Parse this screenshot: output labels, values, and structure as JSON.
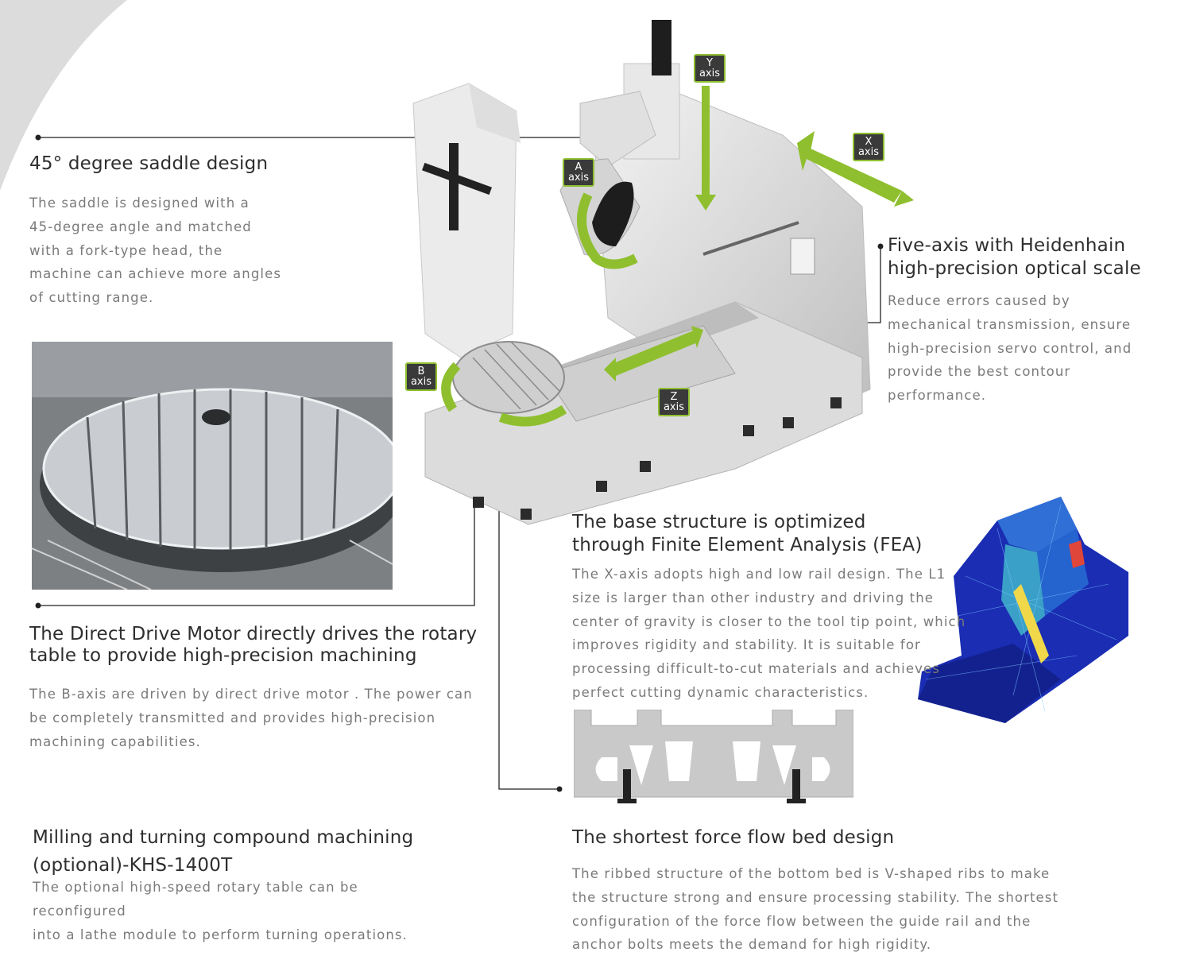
{
  "sections": {
    "saddle": {
      "title": "45° degree saddle design",
      "body": "The saddle is designed with a\n45-degree angle and matched\nwith a fork-type head, the\nmachine can achieve more angles\nof cutting range."
    },
    "heidenhain": {
      "title": "Five-axis with Heidenhain\nhigh-precision optical scale",
      "body": "Reduce errors caused by\nmechanical transmission, ensure\nhigh-precision servo control, and\nprovide the best contour\nperformance."
    },
    "base_structure": {
      "title": "The base structure is optimized\nthrough Finite Element Analysis (FEA)",
      "body": "The X-axis adopts high and low rail design. The L1\nsize is larger than other industry and driving the\ncenter of gravity is closer to the tool tip point, which\nimproves rigidity and stability. It is suitable for\nprocessing difficult-to-cut materials and achieves\nperfect cutting dynamic characteristics."
    },
    "direct_drive": {
      "title": "The Direct Drive Motor directly drives the rotary\ntable to provide high-precision machining",
      "body": "The B-axis are driven by direct drive motor . The power can\nbe completely transmitted and provides high-precision\nmachining capabilities."
    },
    "milling_turning": {
      "title": "Milling and turning compound machining\n(optional)-KHS-1400T",
      "body": "The optional high-speed rotary table can be\nreconfigured\ninto a lathe module to perform turning operations."
    },
    "force_flow": {
      "title": "The shortest force flow bed design",
      "body": "The ribbed structure of the bottom bed is  V-shaped ribs to make\nthe structure strong and ensure processing stability. The shortest\nconfiguration of the force flow between the guide rail and the\nanchor bolts meets the demand for high rigidity."
    }
  },
  "axis_labels": {
    "y": "Y\naxis",
    "x": "X\naxis",
    "a": "A\naxis",
    "b": "B\naxis",
    "z": "Z\naxis"
  },
  "colors": {
    "accent_green": "#8fbf2f",
    "badge_bg": "#3a3a3a",
    "title": "#2e2e2e",
    "body": "#7a7a7a",
    "corner_arc": "#d9d9d9"
  }
}
